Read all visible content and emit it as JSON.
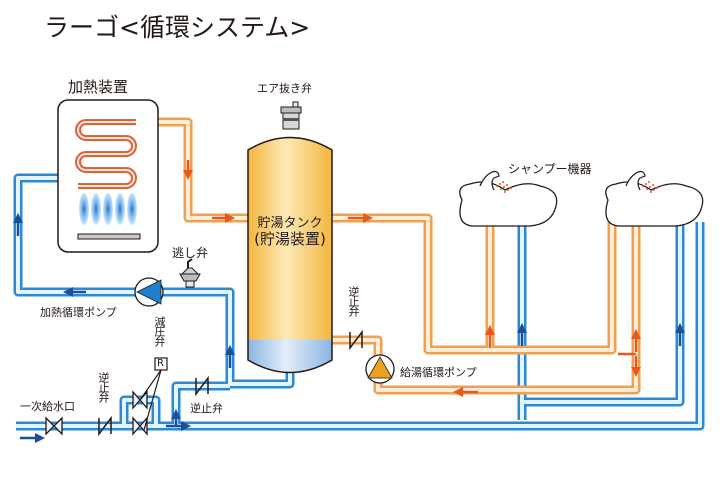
{
  "title": "ラーゴ<循環システム>",
  "labels": {
    "heater": "加熱装置",
    "air_vent": "エア抜き弁",
    "tank_line1": "貯湯タンク",
    "tank_line2": "(貯湯装置)",
    "shampoo": "シャンプー機器",
    "relief_valve": "逃し弁",
    "heating_pump": "加熱循環ポンプ",
    "pressure_reducing_valve": "減圧弁",
    "regulator_mark": "R",
    "check_valve_upper": "逆止弁",
    "check_valve_left": "逆止弁",
    "check_valve_lower": "逆止弁",
    "supply_pump": "給湯循環ポンプ",
    "water_inlet": "一次給水口"
  },
  "colors": {
    "hot_pipe": "#f0a050",
    "hot_arrow": "#e8581a",
    "cold_pipe": "#2a8ad4",
    "cold_arrow": "#1a4f9c",
    "tank_fill": "#f5c04e",
    "tank_water": "#9fc3e8",
    "coil": "#d8643c",
    "flame": "#6fb6ee"
  }
}
